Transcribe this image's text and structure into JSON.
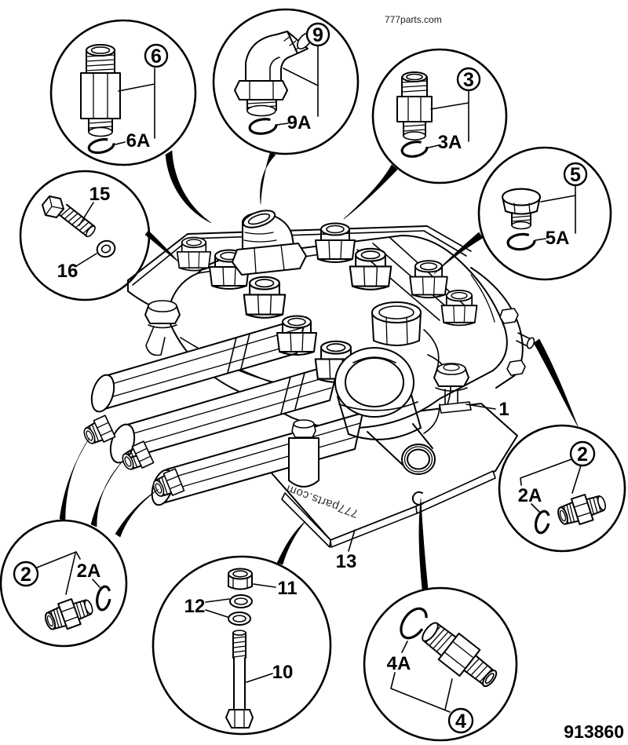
{
  "page": {
    "background": "#ffffff",
    "line_color": "#000000"
  },
  "header": {
    "site": "777parts.com"
  },
  "watermark": {
    "text": "777parts.com"
  },
  "footer": {
    "drawing_number": "913860"
  },
  "assembly": {
    "valve_label": "1",
    "base_plate_label": "13"
  },
  "callouts": {
    "c6": {
      "num": "6",
      "sub": "6A"
    },
    "c9": {
      "num": "9",
      "sub": "9A"
    },
    "c3": {
      "num": "3",
      "sub": "3A"
    },
    "c5": {
      "num": "5",
      "sub": "5A"
    },
    "c15": {
      "bolt": "15",
      "washer": "16"
    },
    "c2_right": {
      "num": "2",
      "sub": "2A"
    },
    "c2_left": {
      "num": "2",
      "sub": "2A"
    },
    "c_hardware": {
      "nut": "11",
      "washers": "12",
      "bolt": "10"
    },
    "c4": {
      "num": "4",
      "sub": "4A"
    }
  }
}
